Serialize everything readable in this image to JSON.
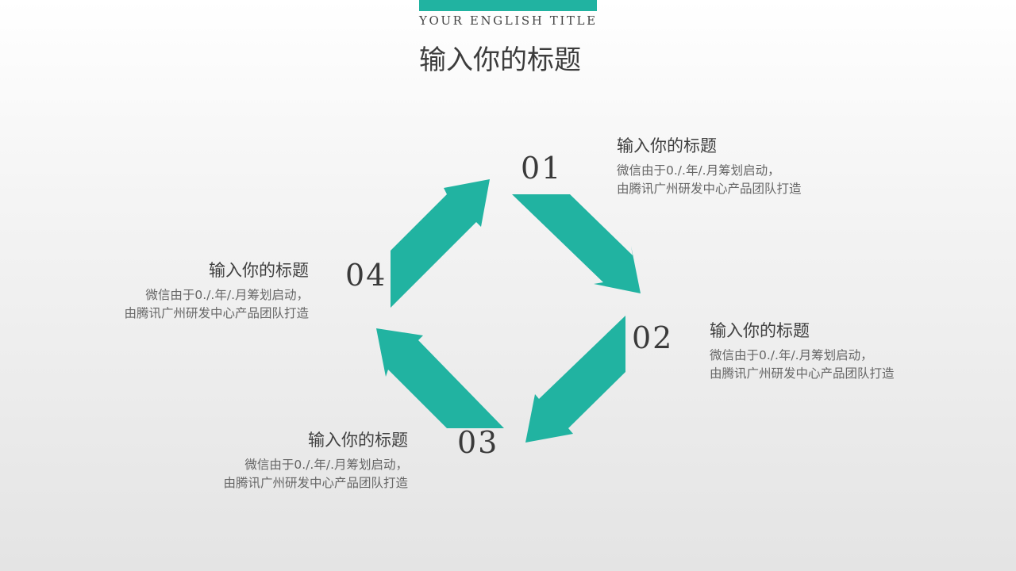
{
  "header": {
    "english_title": "YOUR ENGLISH TITLE",
    "title": "输入你的标题",
    "accent_color": "#21b3a1"
  },
  "cycle": {
    "arrow_color": "#21b3a1",
    "steps": [
      {
        "number": "01",
        "title": "输入你的标题",
        "line1": "微信由于0./.年/.月筹划启动，",
        "line2": "由腾讯广州研发中心产品团队打造"
      },
      {
        "number": "02",
        "title": "输入你的标题",
        "line1": "微信由于0./.年/.月筹划启动，",
        "line2": "由腾讯广州研发中心产品团队打造"
      },
      {
        "number": "03",
        "title": "输入你的标题",
        "line1": "微信由于0./.年/.月筹划启动，",
        "line2": "由腾讯广州研发中心产品团队打造"
      },
      {
        "number": "04",
        "title": "输入你的标题",
        "line1": "微信由于0./.年/.月筹划启动，",
        "line2": "由腾讯广州研发中心产品团队打造"
      }
    ]
  }
}
